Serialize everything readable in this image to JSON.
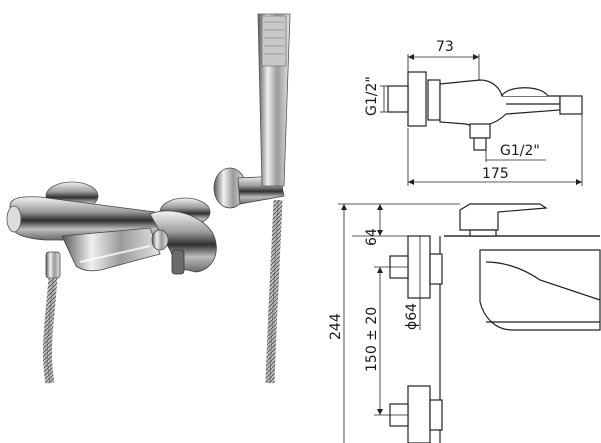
{
  "dimensions": {
    "top_width": "73",
    "top_total": "175",
    "inlet_left": "G1/2\"",
    "inlet_bottom": "G1/2\"",
    "height_upper": "64",
    "rosette_diameter": "ϕ64",
    "total_height": "244",
    "centers": "150 ± 20"
  },
  "colors": {
    "chrome_dark": "#3a3a3a",
    "chrome_mid": "#8a8a8a",
    "chrome_light": "#e8e8e8",
    "line": "#222222"
  }
}
